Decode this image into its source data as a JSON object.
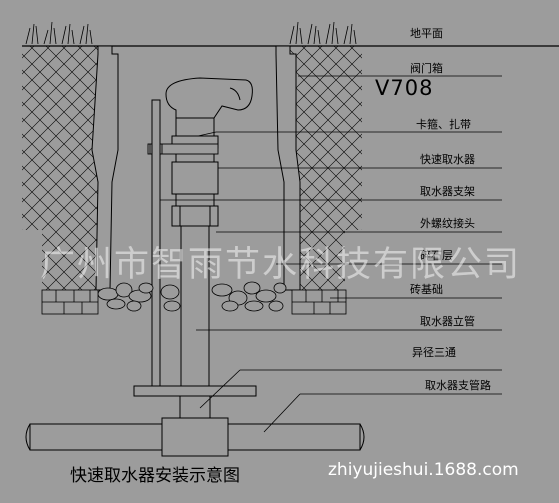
{
  "model": "V708",
  "watermark": "广州市智雨节水科技有限公司",
  "caption": "快速取水器安装示意图",
  "site": "zhiyujieshui.1688.com",
  "labels": [
    "地平面",
    "阀门箱",
    "卡箍、扎带",
    "快速取水器",
    "取水器支架",
    "外螺纹接头",
    "碎石层",
    "砖基础",
    "取水器立管",
    "异径三通",
    "取水器支管路"
  ]
}
